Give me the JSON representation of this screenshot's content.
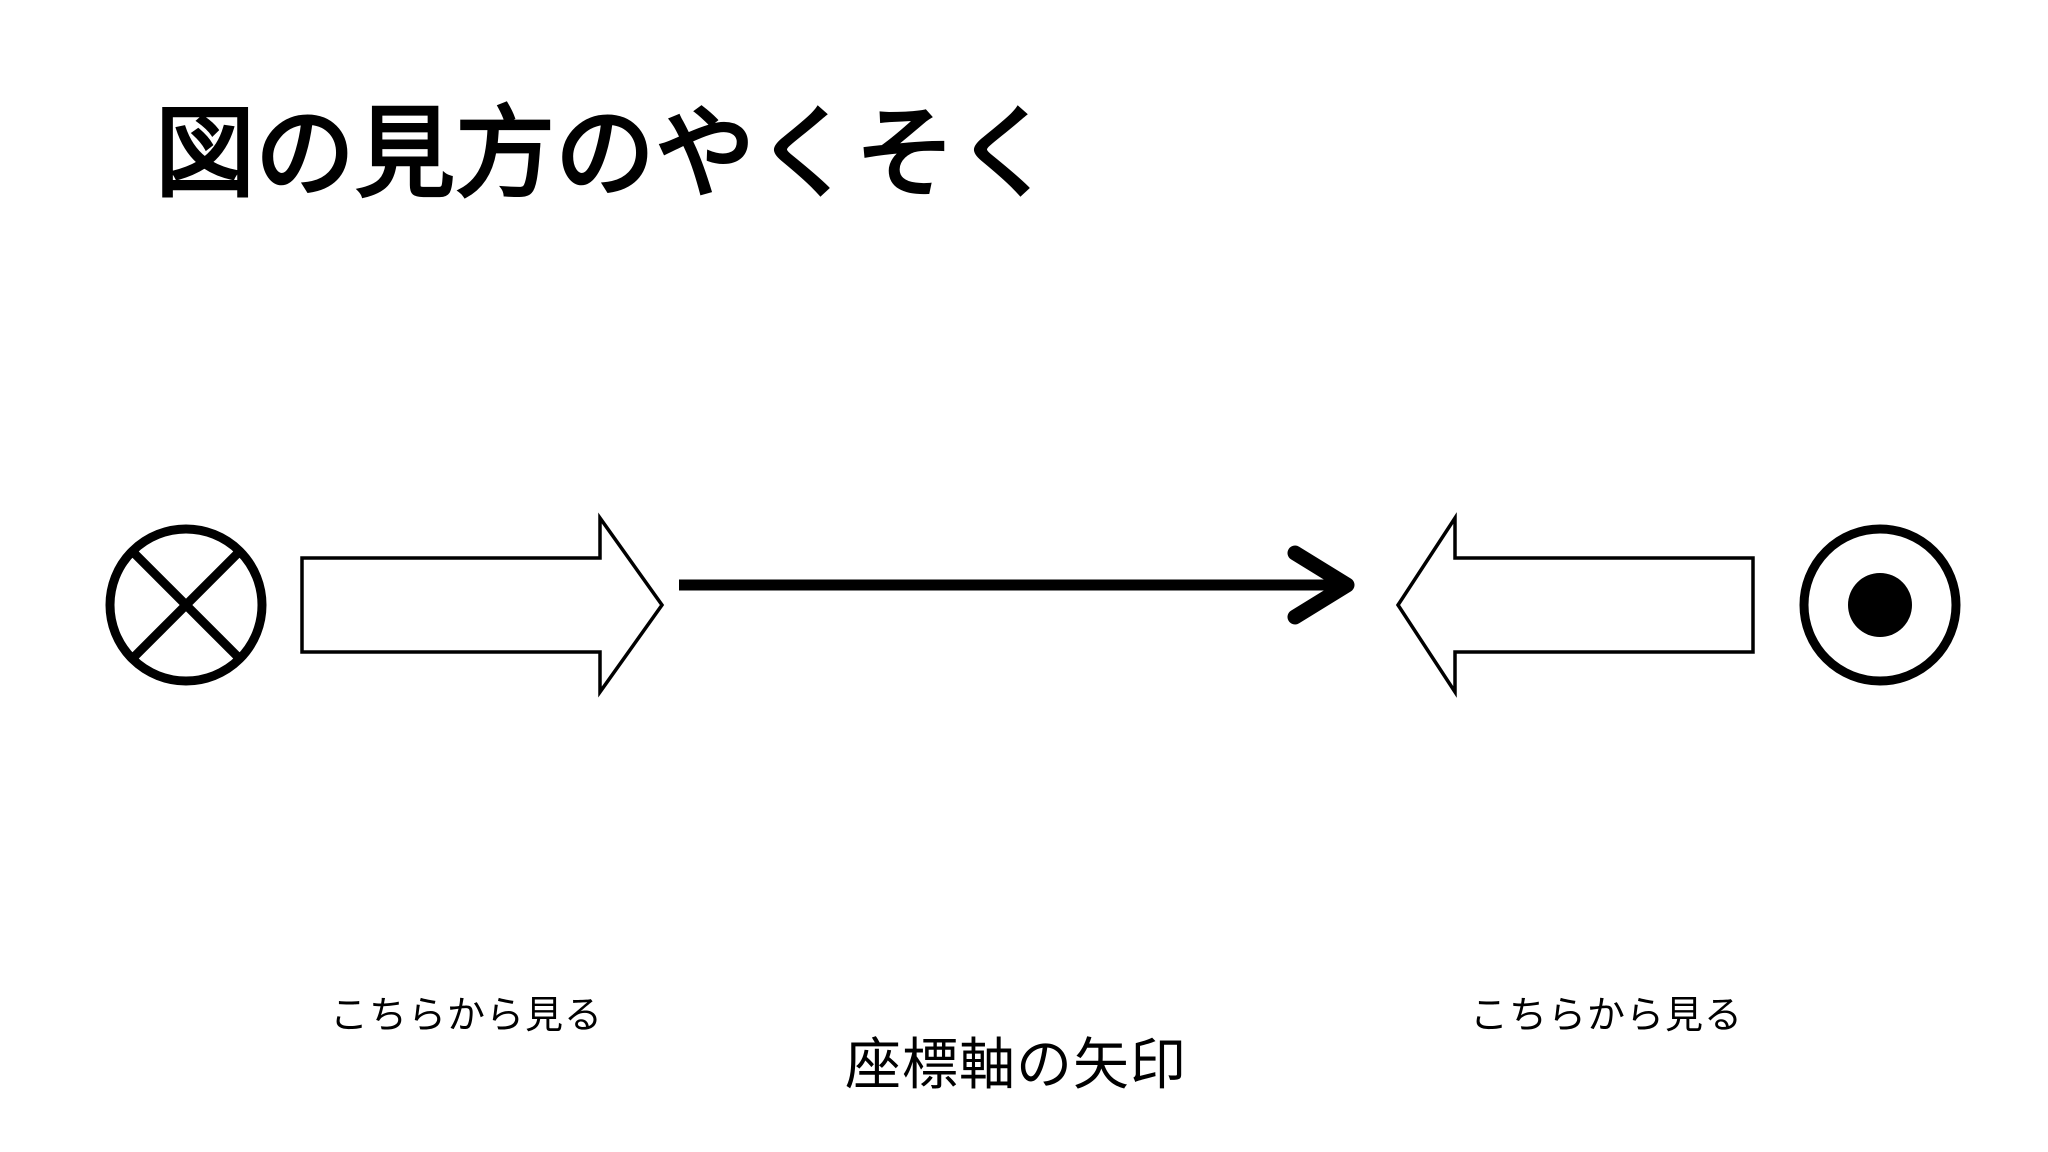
{
  "slide": {
    "background_color": "#ffffff",
    "ink_color": "#000000",
    "title": "図の見方のやくそく"
  },
  "diagram": {
    "left_symbol": {
      "icon": "circle-x-icon",
      "meaning": "arrow-pointing-away-from-viewer"
    },
    "right_symbol": {
      "icon": "circle-dot-icon",
      "meaning": "arrow-pointing-toward-viewer"
    },
    "left_block_arrow": {
      "icon": "block-arrow-right-icon",
      "label": "こちらから見る",
      "direction": "right"
    },
    "right_block_arrow": {
      "icon": "block-arrow-left-icon",
      "label": "こちらから見る",
      "direction": "left"
    },
    "axis_arrow": {
      "icon": "arrow-right-icon",
      "label": "座標軸の矢印",
      "direction": "right"
    }
  }
}
